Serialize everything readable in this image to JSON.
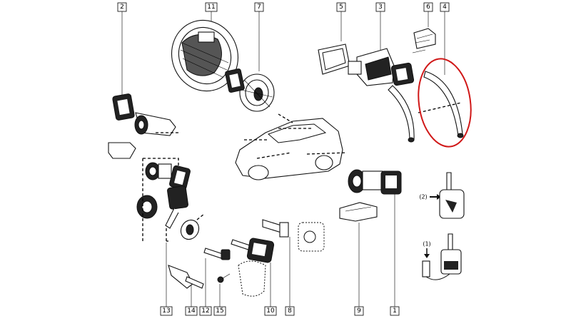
{
  "callouts": {
    "c1": "1",
    "c2": "2",
    "c3": "3",
    "c4": "4",
    "c5": "5",
    "c6": "6",
    "c7": "7",
    "c8": "8",
    "c9": "9",
    "c10": "10",
    "c11": "11",
    "c12": "12",
    "c13": "13",
    "c14": "14",
    "c15": "15"
  },
  "inset_labels": {
    "ref2": "(2)",
    "ref1": "(1)"
  },
  "colors": {
    "highlight": "#d01818",
    "line": "#000000"
  },
  "icons": [
    "key-icon",
    "lock-cylinder-icon",
    "car-icon",
    "remote-key-icon"
  ]
}
